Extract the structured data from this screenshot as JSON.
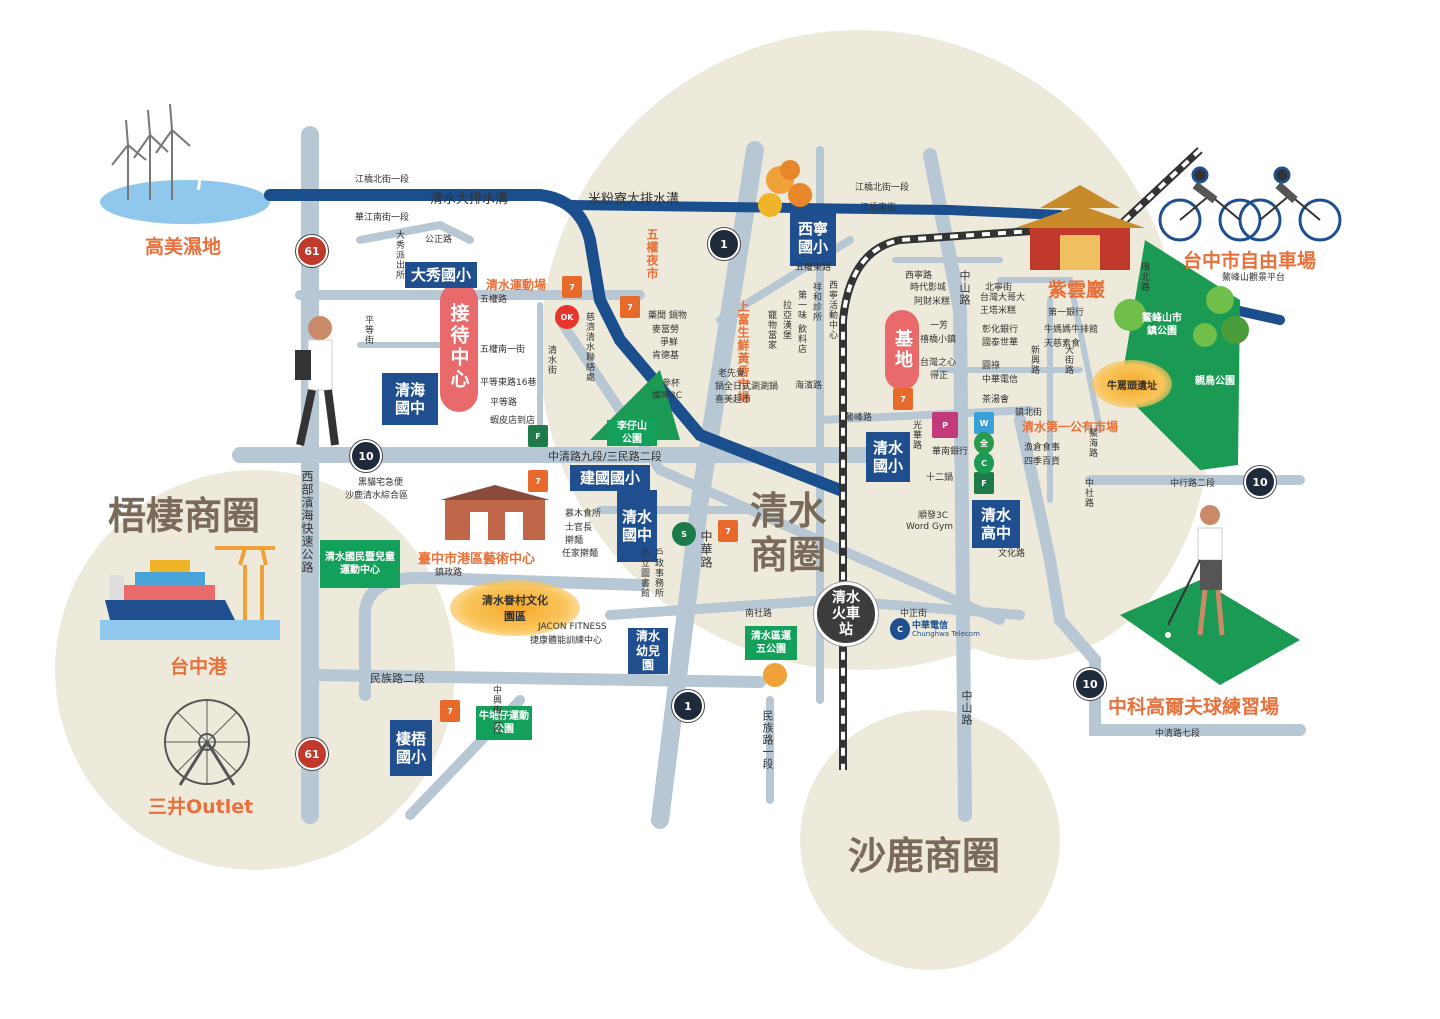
{
  "districts": {
    "wuqi": "梧棲商圈",
    "qingshui": "清水商圈",
    "shalu": "沙鹿商圈"
  },
  "landmarks": {
    "gaomei": "高美濕地",
    "taichung_port": "台中港",
    "mitsui": "三井Outlet",
    "bike_park": "台中市自由車場",
    "bike_park_sub": "鰲峰山觀景平台",
    "zi_yun": "紫雲巖",
    "golf": "中科高爾夫球練習場",
    "art_center": "臺中市港區藝術中心",
    "sports_field": "清水運動場",
    "night_market": "五權夜市",
    "market_shangfu": "上富生鮮黃昏市場",
    "public_market": "清水第一公有市場",
    "niumatou": "牛罵頭遺址",
    "military_village": "清水眷村文化園區"
  },
  "pills": {
    "reception": "接待中心",
    "base": "基地"
  },
  "station": "清水火車站",
  "schools": {
    "daxiu": "大秀國小",
    "qinghai": "清海國中",
    "jianguo": "建國國小",
    "qingshui_jh": "清水國中",
    "xining": "西寧國小",
    "qingshui_es": "清水國小",
    "qingshui_hs": "清水高中",
    "qingshui_kinder": "清水幼兒園",
    "wuqi_es": "棲梧國小"
  },
  "parks": {
    "liziashan": "李仔山公園",
    "aofeng": "鰲峰山市鎮公園",
    "bird": "親鳥公園",
    "yunwu": "清水區運五公園",
    "niupuzi": "牛埔仔運動公園",
    "sports_center": "清水國民暨兒童運動中心"
  },
  "roads": {
    "qingshui_drain": "清水大排水溝",
    "migao_drain": "米粉寮大排水溝",
    "jiangqiao_n1": "江橋北街一段",
    "jiangqiao_n1b": "江橋北街一段",
    "jiangqiao_s1": "華江南街一段",
    "jiangqiao_s": "江橋南街",
    "gongzheng": "公正路",
    "daxiu_police": "大秀派出所",
    "wuquan": "五權路",
    "wuquan_e": "五權東路",
    "wuquan_s1": "五權南一街",
    "pingdeng16": "平等東路16巷",
    "pingdeng": "平等路",
    "pingdeng_v": "平等街",
    "zhongqing": "中清路九段/三民路二段",
    "west_coast": "西部濱海快速公路",
    "zhenzheng": "鎮政路",
    "minzu2": "民族路二段",
    "minzu": "民族路一段",
    "zhonghua": "中華路",
    "zhonghua2": "中華路",
    "nanshe": "南社路",
    "zhongzheng": "中正街",
    "zhongshan": "中山路",
    "zhongshan2": "中山路",
    "aofeng_rd": "鰲峰路",
    "haibin": "海濱路",
    "xining_rd": "西寧路",
    "guangshun": "光華路",
    "zhenbei": "鎮北街",
    "zhonghang": "中行路二段",
    "zhongxing7": "中清路七段",
    "wenhua": "文化路",
    "zhongshe": "中社路",
    "ao": "鰲海路",
    "dajia": "大街路",
    "xinxing": "新興路",
    "zhongxing2": "中興街二段",
    "huanbei": "環北路",
    "qingshui_jie": "清水街",
    "meixi": "北寧街"
  },
  "shops": {
    "ci_ji": "慈濟清水聯絡處",
    "yaojian": "藥間 鍋物",
    "maidanglao": "麥當勞",
    "zhengxuan": "爭鮮",
    "kendeji": "肯德基",
    "canbei": "參杯",
    "cankun": "燦坤3C",
    "laoxian": "老先覺",
    "guoquan": "鍋全日式涮涮鍋",
    "ximei": "喜美超市",
    "xiangyi": "祥和診所",
    "diyiwei": "第一味 飲料店",
    "lazhiting": "拉亞漢堡",
    "chongwu": "寵物當家",
    "xining_center": "西寧活動中心",
    "xiapi": "蝦皮店到店",
    "heimao": "黑貓宅急便",
    "shalu_center": "沙鹿清水綜合區",
    "mumu": "慕木食所",
    "shiguan": "士官長",
    "zhenzi": "擀麵",
    "renjia": "任家擀麵",
    "huzheng": "戶政事務所",
    "library": "市立圖書館",
    "jacon1": "JACON FITNESS",
    "jacon2": "捷康體能訓練中心",
    "xinan": "西寧路",
    "shidai": "時代影城",
    "afu": "阿財米糕",
    "taiwan_big": "台灣大哥大",
    "wangta": "王塔米糕",
    "yifang": "一芳",
    "qiqiao": "禧橋小鎮",
    "zhanghua": "彰化銀行",
    "guotai": "國泰世華",
    "taiwan_zhi": "台灣之心",
    "dezheng": "得正",
    "yuanlu": "圓祿",
    "zhonghua_tel": "中華電信",
    "chatang": "茶湯會",
    "diyi_bank": "第一銀行",
    "niuma": "牛媽媽牛排館",
    "tianci": "天慈素食",
    "yuca": "漁倉食事",
    "siji": "四季百貨",
    "huanan": "華南銀行",
    "shierguo": "十二鍋",
    "shunfa": "順發3C",
    "wordgym": "Word Gym",
    "cht_logo": "中華電信",
    "cht_en": "Chunghwa Telecom"
  },
  "shields": {
    "r61a": "61",
    "r61b": "61",
    "r10a": "10",
    "r10b": "10",
    "r10c": "10",
    "r1a": "1",
    "r1b": "1"
  },
  "colors": {
    "district_bg": "#eeeadb",
    "road": "#b7c7d4",
    "river": "#1a4e8c",
    "school": "#1f4f8f",
    "park": "#13a05a",
    "accent_orange": "#e8703a",
    "pill_red": "#e86a6a"
  }
}
